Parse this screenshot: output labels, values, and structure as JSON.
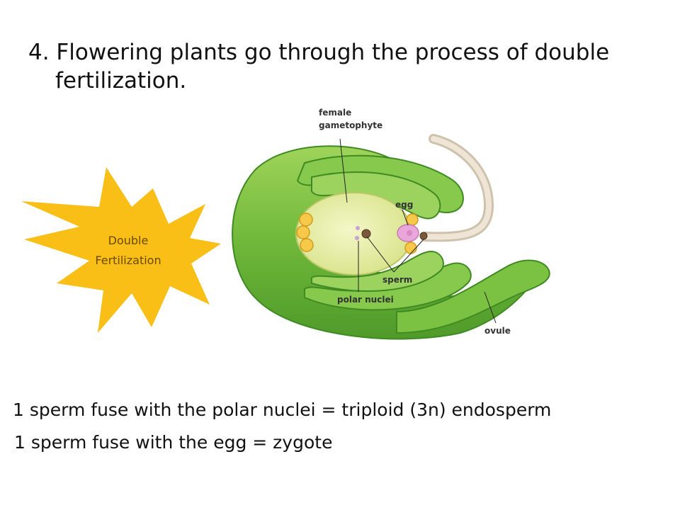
{
  "title": {
    "line1": "4. Flowering plants go through the process of double",
    "line2": "fertilization."
  },
  "burst": {
    "line1": "Double",
    "line2": "Fertilization",
    "color": "#f9bf16"
  },
  "labels": {
    "female_line1": "female",
    "female_line2": "gametophyte",
    "egg": "egg",
    "sperm": "sperm",
    "polar_nuclei": "polar nuclei",
    "ovule": "ovule"
  },
  "statements": {
    "line1": "1 sperm fuse with the polar nuclei = triploid (3n) endosperm",
    "line2": "1 sperm fuse with the egg = zygote"
  },
  "colors": {
    "ovule_green": "#7cc242",
    "gametophyte": "#e8efa0",
    "egg": "#e9a6d8",
    "tube": "#e7dcc8"
  }
}
